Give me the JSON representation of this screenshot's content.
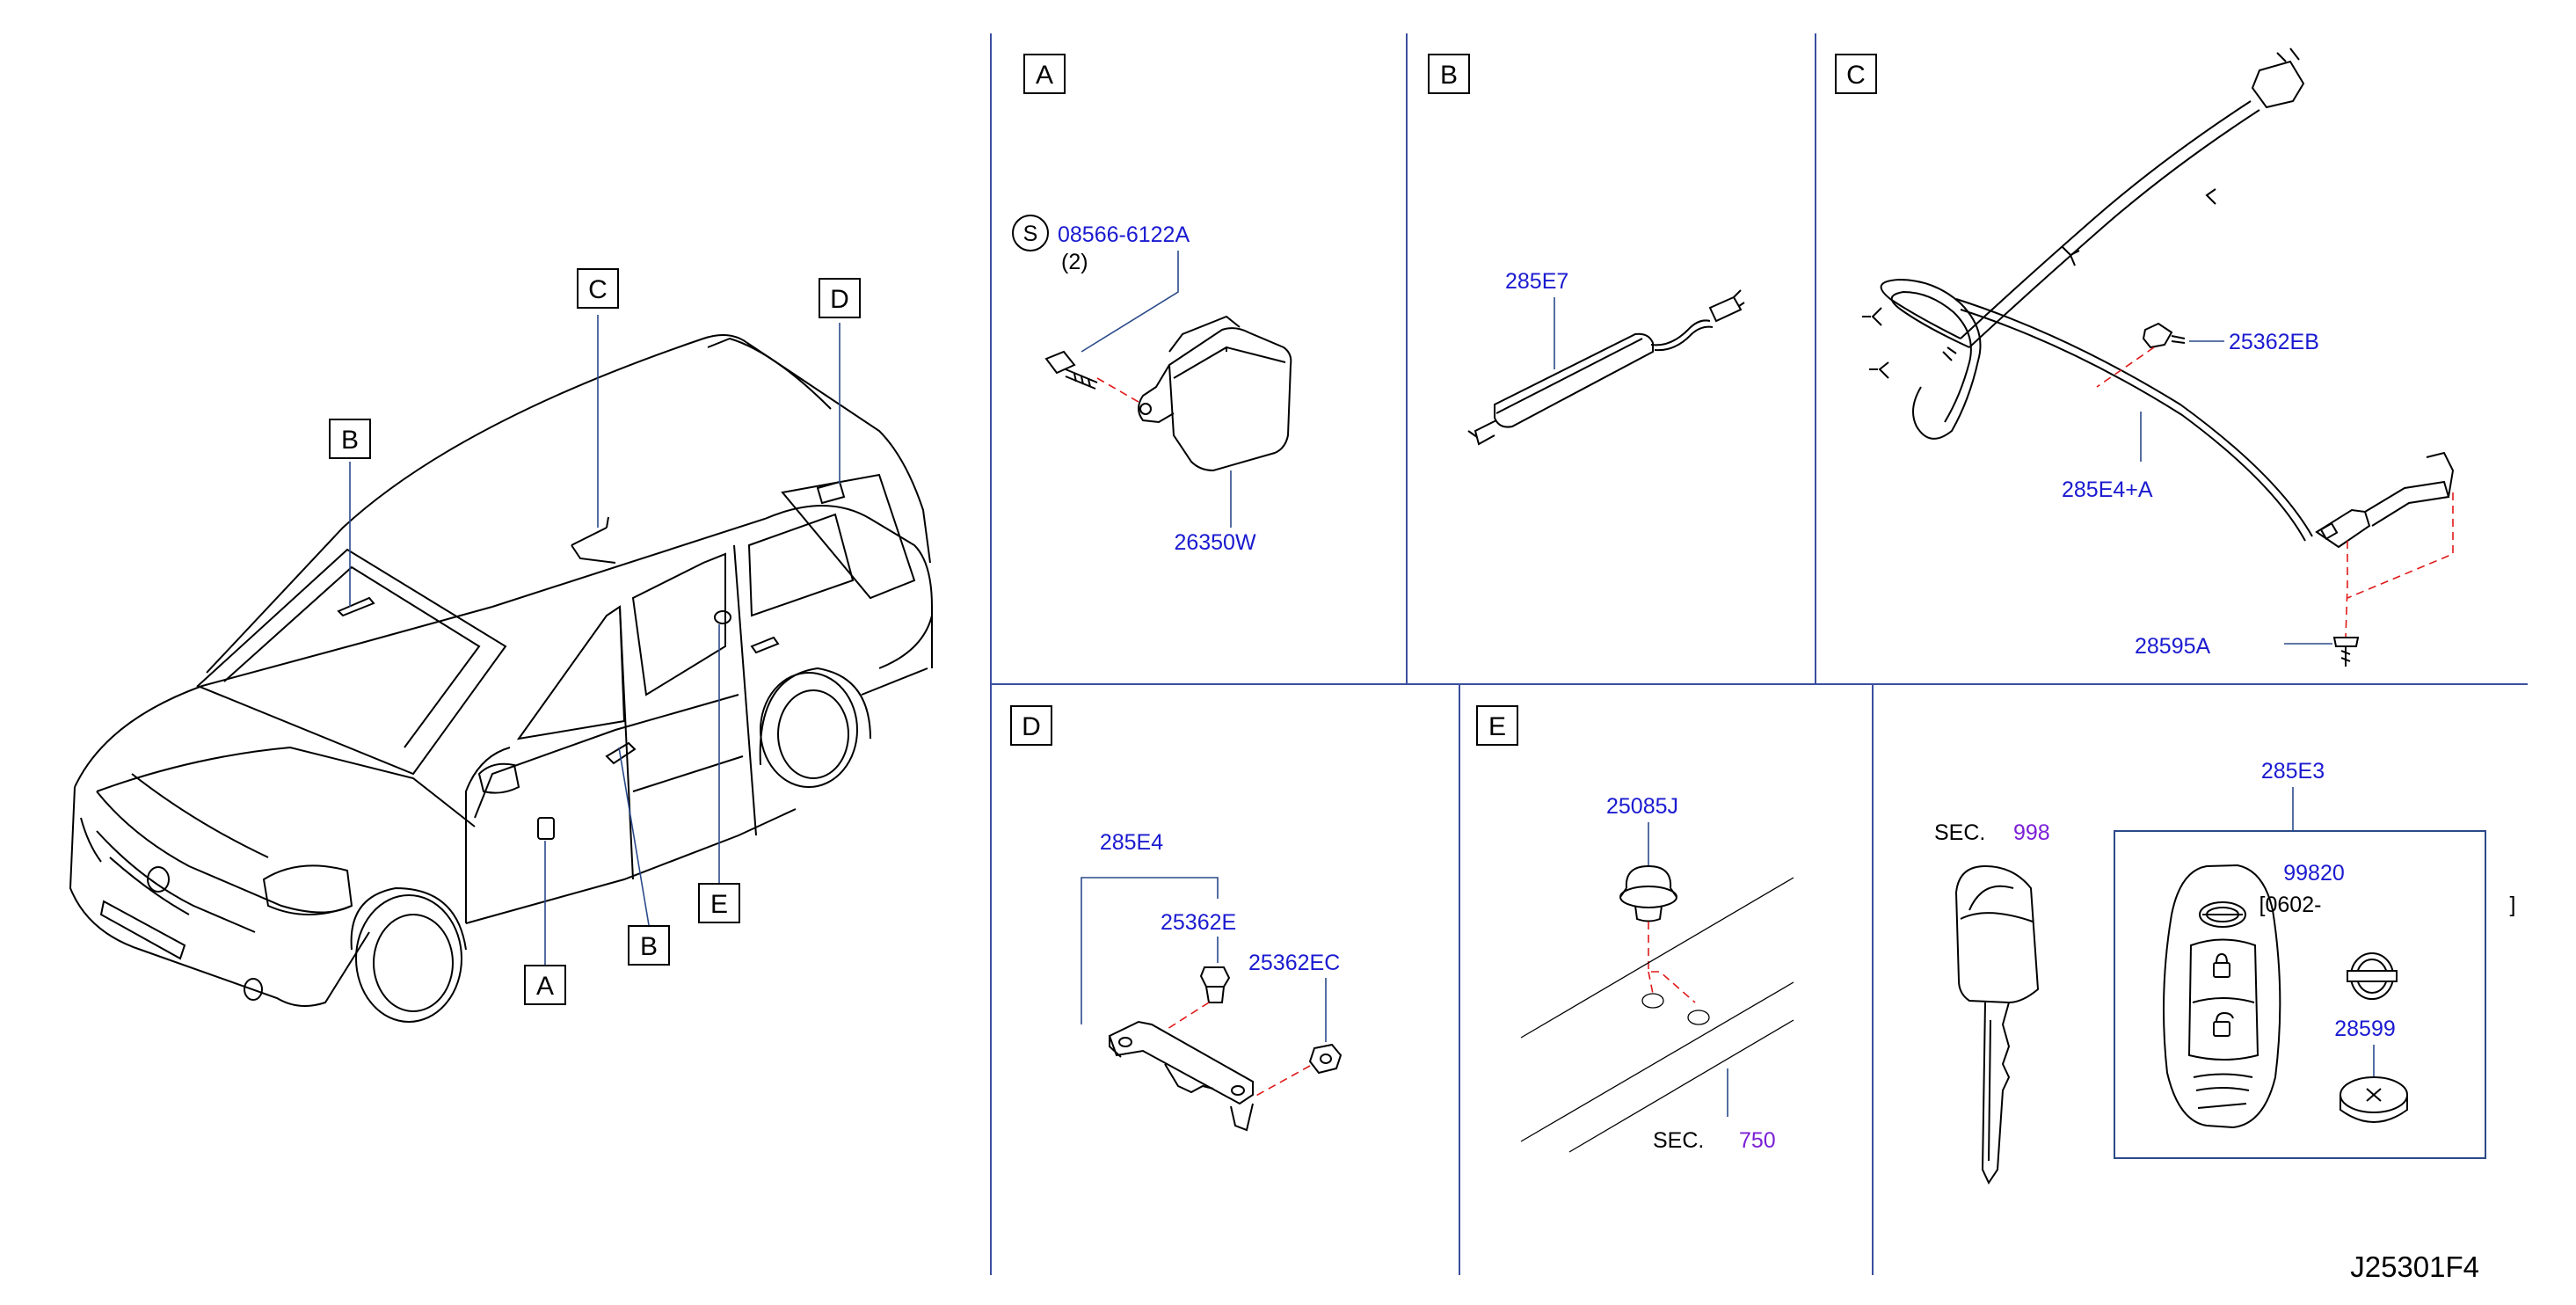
{
  "drawing_id": "J25301F4",
  "overview": {
    "callouts": [
      "C",
      "D",
      "B",
      "E",
      "B",
      "A"
    ]
  },
  "panels": {
    "A": {
      "label": "A",
      "s_mark": "S",
      "part_bolt": "08566-6122A",
      "bolt_qty": "(2)",
      "part_unit": "26350W"
    },
    "B": {
      "label": "B",
      "part_antenna": "285E7"
    },
    "C": {
      "label": "C",
      "part_clip": "25362EB",
      "part_harness": "285E4+A",
      "part_screw": "28595A"
    },
    "D": {
      "label": "D",
      "part_antenna": "285E4",
      "part_clip": "25362E",
      "part_nut": "25362EC"
    },
    "E": {
      "label": "E",
      "part_grommet": "25085J",
      "sec_label": "SEC.",
      "sec_number": "750"
    },
    "keys": {
      "sec_label": "SEC.",
      "sec_number": "998",
      "part_keyset": "285E3",
      "part_emblem": "99820",
      "date_range": "[0602-",
      "date_range_close": "]",
      "part_battery": "28599"
    }
  }
}
